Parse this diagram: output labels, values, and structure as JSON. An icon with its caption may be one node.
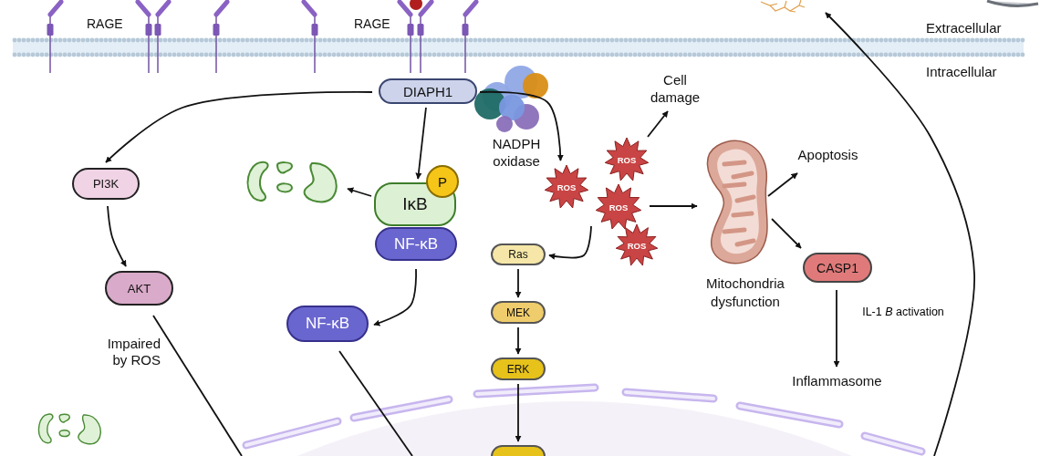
{
  "diagram": {
    "nodes": [
      {
        "text": [
          "DIAPH1"
        ]
      },
      {
        "text": [
          "NADPH oxidase"
        ]
      },
      {
        "text": [
          "ROS"
        ]
      },
      {
        "text": [
          "ROS"
        ]
      },
      {
        "text": [
          "ROS"
        ]
      },
      {
        "text": [
          "ROS"
        ]
      },
      {
        "text": [
          "Cell damage"
        ]
      },
      {
        "text": [
          "Mitochondria dysfunction"
        ]
      },
      {
        "text": [
          "Apoptosis"
        ]
      },
      {
        "text": [
          "CASP1"
        ]
      },
      {
        "text": [
          "Inflammasome"
        ]
      },
      {
        "text": [
          "PI3K"
        ]
      },
      {
        "text": [
          "AKT"
        ]
      },
      {
        "text": [
          "IκB"
        ]
      },
      {
        "text": [
          "P"
        ]
      },
      {
        "text": [
          "NF-κB"
        ]
      },
      {
        "text": [
          "NF-κB"
        ]
      },
      {
        "text": [
          "Ras"
        ]
      },
      {
        "text": [
          "MEK"
        ]
      },
      {
        "text": [
          "ERK"
        ]
      },
      {
        "text": [],
        "shape": "picture"
      },
      {
        "text": [],
        "shape": "picture"
      },
      {
        "text": [],
        "shape": "box",
        "in": 24
      },
      {
        "text": [],
        "shape": "picture"
      },
      {
        "text": [],
        "shape": "picture"
      }
    ],
    "edges": [
      {
        "from": 0,
        "to": 11,
        "arrow": "to"
      },
      {
        "from": 0,
        "to": 13,
        "arrow": "to"
      },
      {
        "from": 0,
        "to": 3,
        "arrow": "to"
      },
      {
        "from": 2,
        "to": 6,
        "arrow": "to"
      },
      {
        "from": 4,
        "to": 7,
        "arrow": "to"
      },
      {
        "from": 7,
        "to": 8,
        "arrow": "to"
      },
      {
        "from": 7,
        "to": 9,
        "arrow": "to"
      },
      {
        "from": 9,
        "to": 10,
        "arrow": "to",
        "label": "IL-1 *B* activation"
      },
      {
        "from": 4,
        "to": 17,
        "arrow": "to"
      },
      {
        "from": 17,
        "to": 18,
        "arrow": "to"
      },
      {
        "from": 18,
        "to": 19,
        "arrow": "to"
      },
      {
        "from": 19,
        "to": 22,
        "arrow": "to"
      },
      {
        "from": 11,
        "to": 12,
        "arrow": "to"
      },
      {
        "from": 13,
        "to": 20,
        "arrow": "to"
      },
      {
        "from": 15,
        "to": 16,
        "arrow": "to"
      },
      {
        "from": 12,
        "to": 24,
        "arrow": "none"
      },
      {
        "from": 16,
        "to": 24,
        "arrow": "none"
      },
      {
        "from": 24,
        "to": 23,
        "arrow": "to"
      }
    ],
    "labels": [
      "RAGE",
      "RAGE",
      "Extracellular",
      "Intracellular",
      "Impaired by ROS"
    ]
  }
}
